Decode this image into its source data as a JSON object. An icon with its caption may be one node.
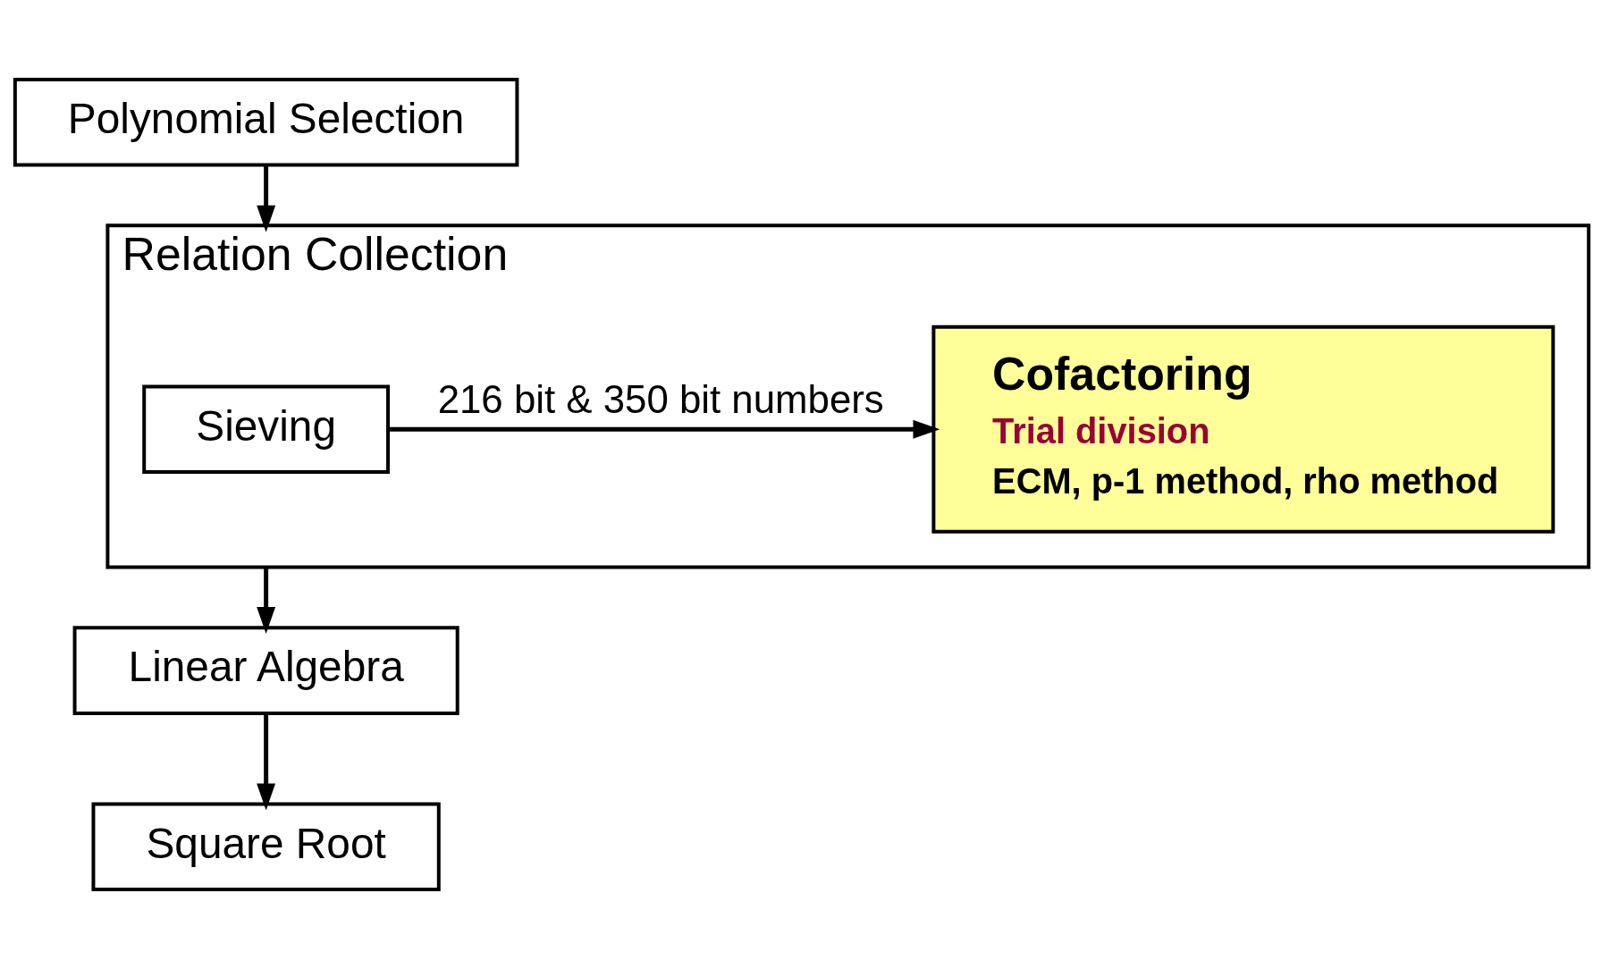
{
  "diagram": {
    "nodes": [
      {
        "text": [
          "Polynomial Selection"
        ]
      },
      {
        "text": [
          "Relation Collection"
        ]
      },
      {
        "text": [
          "Sieving"
        ],
        "in": 1
      },
      {
        "text": [
          "Cofactoring",
          "Trial division",
          "ECM, p-1 method, rho method"
        ],
        "in": 1
      },
      {
        "text": [
          "Linear Algebra"
        ]
      },
      {
        "text": [
          "Square Root"
        ]
      }
    ],
    "edges": [
      {
        "from": 0,
        "to": 1,
        "arrow": "to"
      },
      {
        "from": 2,
        "to": 3,
        "arrow": "to",
        "label": "216 bit & 350 bit numbers"
      },
      {
        "from": 1,
        "to": 4,
        "arrow": "to"
      },
      {
        "from": 4,
        "to": 5,
        "arrow": "to"
      }
    ]
  }
}
